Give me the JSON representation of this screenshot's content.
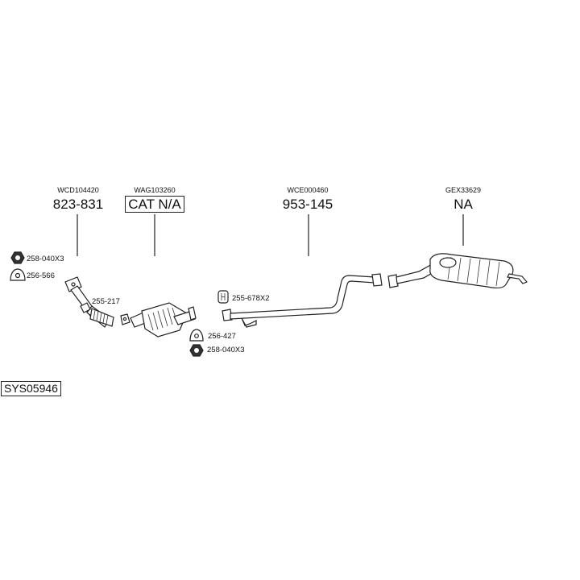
{
  "system_id": "SYS05946",
  "components": [
    {
      "code": "WCD104420",
      "number": "823-831"
    },
    {
      "code": "WAG103260",
      "number": "CAT N/A"
    },
    {
      "code": "WCE000460",
      "number": "953-145"
    },
    {
      "code": "GEX33629",
      "number": "NA"
    }
  ],
  "fittings": [
    {
      "label": "258-040X3",
      "icon": "nut-icon"
    },
    {
      "label": "256-566",
      "icon": "gasket-icon"
    },
    {
      "label": "255-217",
      "icon": "clamp-icon"
    },
    {
      "label": "255-678X2",
      "icon": "rubber-mount-icon"
    },
    {
      "label": "256-427",
      "icon": "gasket-icon"
    },
    {
      "label": "258-040X3",
      "icon": "nut-icon"
    }
  ]
}
